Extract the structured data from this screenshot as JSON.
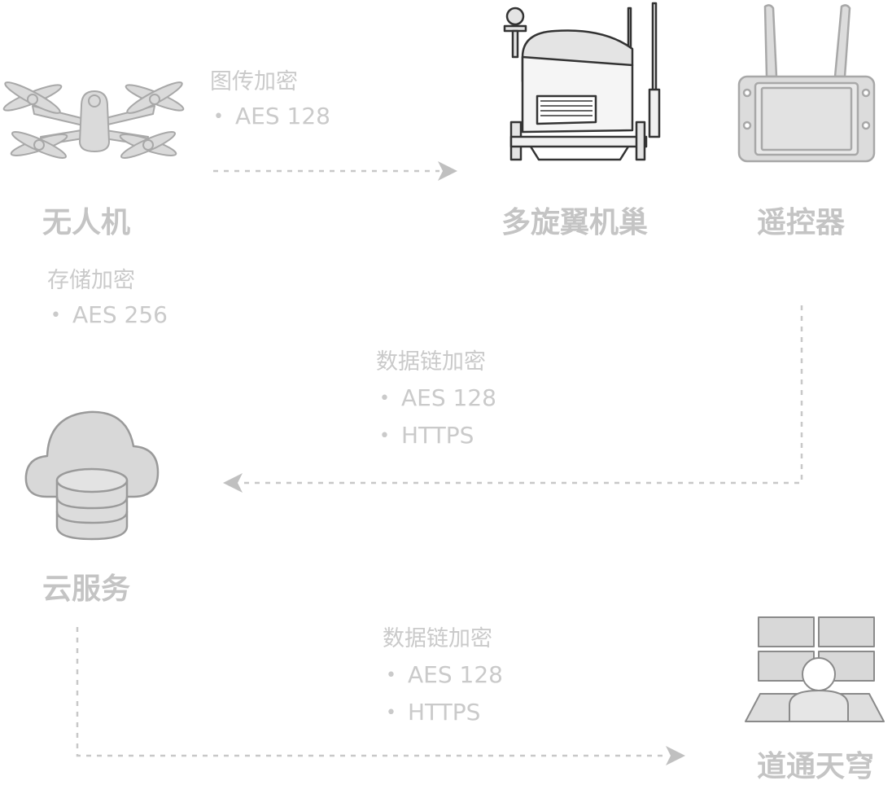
{
  "nodes": {
    "drone": {
      "label": "无人机",
      "icon": "drone-icon"
    },
    "dock": {
      "label": "多旋翼机巢",
      "icon": "dock-icon"
    },
    "controller": {
      "label": "遥控器",
      "icon": "remote-controller-icon"
    },
    "cloud": {
      "label": "云服务",
      "icon": "cloud-database-icon"
    },
    "platform": {
      "label": "道通天穹",
      "icon": "command-center-icon"
    }
  },
  "encryption": {
    "image_transmission": {
      "title": "图传加密",
      "items": [
        "AES 128"
      ]
    },
    "storage": {
      "title": "存储加密",
      "items": [
        "AES 256"
      ]
    },
    "datalink_upper": {
      "title": "数据链加密",
      "items": [
        "AES 128",
        "HTTPS"
      ]
    },
    "datalink_lower": {
      "title": "数据链加密",
      "items": [
        "AES 128",
        "HTTPS"
      ]
    }
  },
  "colors": {
    "line": "#c8c8c8",
    "icon_fill": "#d6d6d6",
    "icon_stroke": "#9a9a9a",
    "text": "#c4c4c4"
  }
}
